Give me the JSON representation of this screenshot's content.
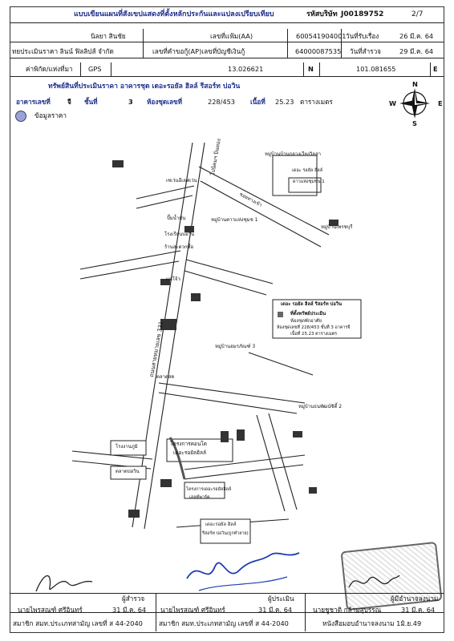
{
  "header": {
    "title": "แบบเขียนแผนที่สังเขปแสดงที่ตั้งหลักประกันและแปลงเปรียบเทียบ",
    "ref_label": "รหัสบริษัท",
    "ref_no": "J00189752",
    "page": "2/7"
  },
  "info": {
    "name": "นิลยา สินชัย",
    "file_label": "เลขที่แฟ้ม(AA)",
    "file_no": "600541904001",
    "received_label": "วันที่รับเรื่อง",
    "received_date": "26 มี.ค. 64",
    "company": "ทยประเมินราคา ลินน์ ฟิลลิปส์ จำกัด",
    "req_label": "เลขที่คำขอกู้(AP)เลขที่บัญชีเงินกู้",
    "req_no": "64000087535",
    "survey_label": "วันที่สำรวจ",
    "survey_date": "29 มี.ค. 64"
  },
  "gps": {
    "label": "ค่าพิกัด/แห่งที่มา",
    "type": "GPS",
    "lat": "13.026621",
    "lat_dir": "N",
    "lon": "101.081655",
    "lon_dir": "E"
  },
  "property": {
    "title": "ทรัพย์สินที่ประเมินราคา อาคารชุด เดอะรอยัล ฮิลล์ รีสอร์ท บ่อวิน",
    "building_label": "อาคารเลขที่",
    "building": "จี",
    "floor_label": "ชั้นที่",
    "floor": "3",
    "room_label": "ห้องชุดเลขที่",
    "room": "228/453",
    "area_label": "เนื้อที่",
    "area": "25.23",
    "unit": "ตารางเมตร",
    "legend": "ข้อมูลราคา"
  },
  "compass": {
    "n": "N",
    "s": "S",
    "e": "E",
    "w": "W"
  },
  "map": {
    "road_main": "ถนนสายหมายเลข 331",
    "road_top": "ไปนิคมฯ ปิ่นทอง",
    "road_top2": "ซอยทางเข้า",
    "villages": [
      "หมู่บ้านบ้านกลางเวียงวิลล่า",
      "หมู่บ้านดาวแห่งชุมช 1",
      "หมู่บ้านอมรภัณฑ์ 3",
      "หมู่บ้านธนพัฒน์ซิตี้ 2",
      "หมู่บ้านเพรชบุรี"
    ],
    "landmarks": [
      "เซเว่นอีเลฟเว่น",
      "ปั๊มน้ำมัน",
      "โรงเรียนบ่อวิน",
      "ร้านสะดวกซื้อ",
      "แม่โจ้ว",
      "ตลาดสด"
    ],
    "subject_label": "โครงการคอนโด",
    "subject_name": "เดอะรอยัลฮิลล์",
    "legend_title": "เดอะ รอยัล ฮิลล์ รีสอร์ท บ่อวิน",
    "legend_line1": "ที่ตั้งทรัพย์ประเมิน",
    "legend_line2": "ห้องชุดพักอาศัย",
    "legend_line3": "ห้องชุดเลขที่ 228/453 ชั้นที่ 3 อาคารจี",
    "legend_line4": "เนื้อที่ 25.23 ตารางเมตร",
    "inset_title": "เดอะ รอยัล ฮิลล์",
    "inset_sub": "ดาวแห่งชุมชน 1",
    "bottom_box1": "เดอะรอยัล ฮิลล์",
    "bottom_box2": "รีสอร์ท บ่อวิน(ถูกทำลาย)",
    "left_box1": "โรงงานภูมิ",
    "left_box2": "ตลาดบ่อวิน",
    "center_box1": "โครงการเดอะรอยัลฮิลล์",
    "center_box2": "เฮลท์พาร์ค"
  },
  "signatures": {
    "role1": "ผู้สำรวจ",
    "role2": "ผู้ประเมิน",
    "role3": "ผู้มีอำนาจลงนาม",
    "name1": "นายไพรสณฑ์ ศรีอินทร์",
    "date1": "31 มี.ค. 64",
    "name2": "นายไพรสณฑ์ ศรีอินทร์",
    "date2": "31 มี.ค. 64",
    "name3": "นายชูชาติ กล้ามสุบรรณ",
    "date3": "31 มี.ค. 64",
    "member1": "สมาชิก สมท.ประเภทสามัญ เลขที่ ส 44-2040",
    "member2": "สมาชิก สมท.ประเภทสามัญ เลขที่ ส 44-2040",
    "member3": "หนังสือมอบอำนาจลงนาม 1มิ.ย.49"
  }
}
